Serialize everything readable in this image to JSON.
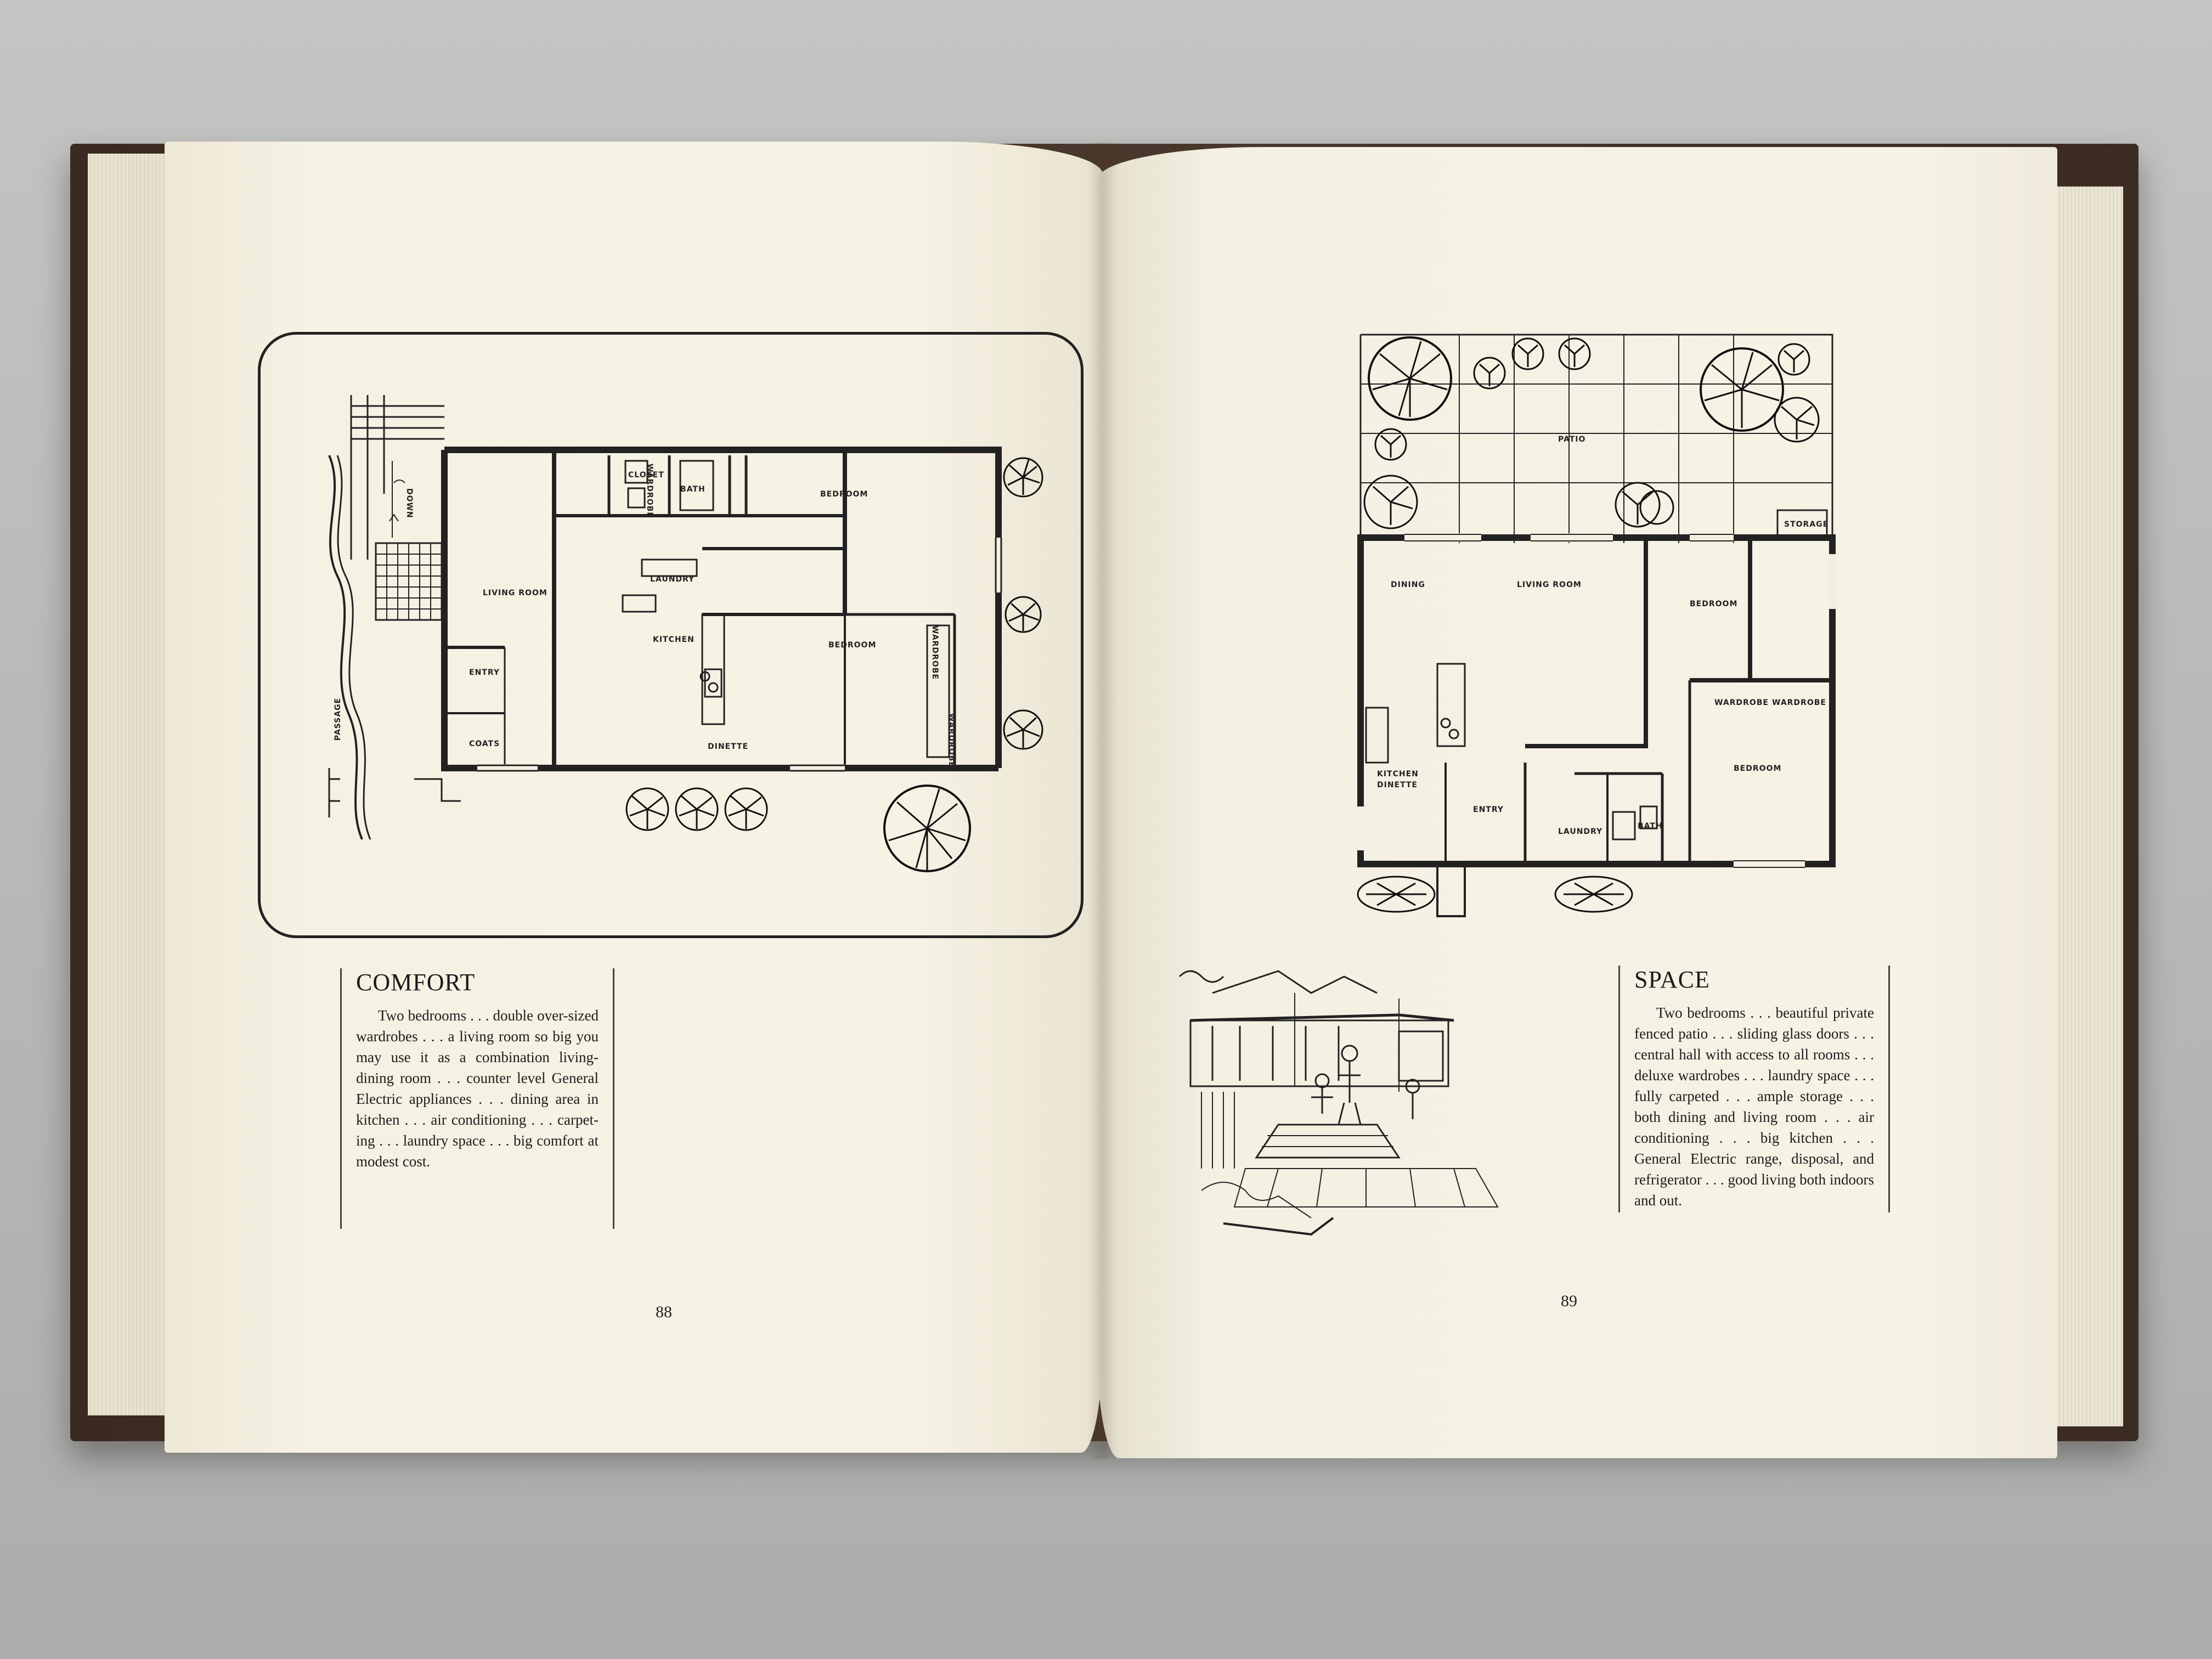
{
  "left_page": {
    "plan_labels": {
      "closet": "CLOSET",
      "bath": "BATH",
      "wardrobe_top": "WARDROBE",
      "bedroom_top": "BEDROOM",
      "living_room": "LIVING ROOM",
      "laundry": "LAUNDRY",
      "kitchen": "KITCHEN",
      "bedroom_bottom": "BEDROOM",
      "wardrobe_side": "WARDROBE",
      "wardrobe_side2": "WARDROBE",
      "entry": "ENTRY",
      "coats": "COATS",
      "dinette": "DINETTE",
      "passage": "PASSAGE",
      "down": "DOWN"
    },
    "caption": {
      "title": "COMFORT",
      "body": "Two bedrooms . . . double over-sized wardrobes . . . a living room so big you may use it as a combination living-dining room . . . counter level General Electric appliances . . . dining area in kitchen . . . air conditioning . . . carpet-ing . . . laundry space . . . big comfort at modest cost."
    },
    "page_number": "88"
  },
  "right_page": {
    "plan_labels": {
      "patio": "PATIO",
      "storage": "STORAGE",
      "dining": "DINING",
      "living_room": "LIVING ROOM",
      "bedroom_top": "BEDROOM",
      "wardrobe_a": "WARDROBE",
      "wardrobe_b": "WARDROBE",
      "bedroom_bottom": "BEDROOM",
      "kitchen": "KITCHEN",
      "dinette": "DINETTE",
      "entry": "ENTRY",
      "laundry": "LAUNDRY",
      "bath": "BATH"
    },
    "caption": {
      "title": "SPACE",
      "body": "Two bedrooms . . . beautiful private fenced patio . . . sliding glass doors . . . central hall with access to all rooms . . . deluxe wardrobes . . . laundry space . . . fully carpeted . . . ample storage . . . both dining and living room . . . air conditioning . . . big kitchen . . . General Electric range, disposal, and refrigerator . . . good living both indoors and out."
    },
    "page_number": "89"
  },
  "colors": {
    "paper": "#f4f0e1",
    "ink": "#222222",
    "cover": "#3f2e25",
    "background": "#b9b9b7"
  }
}
